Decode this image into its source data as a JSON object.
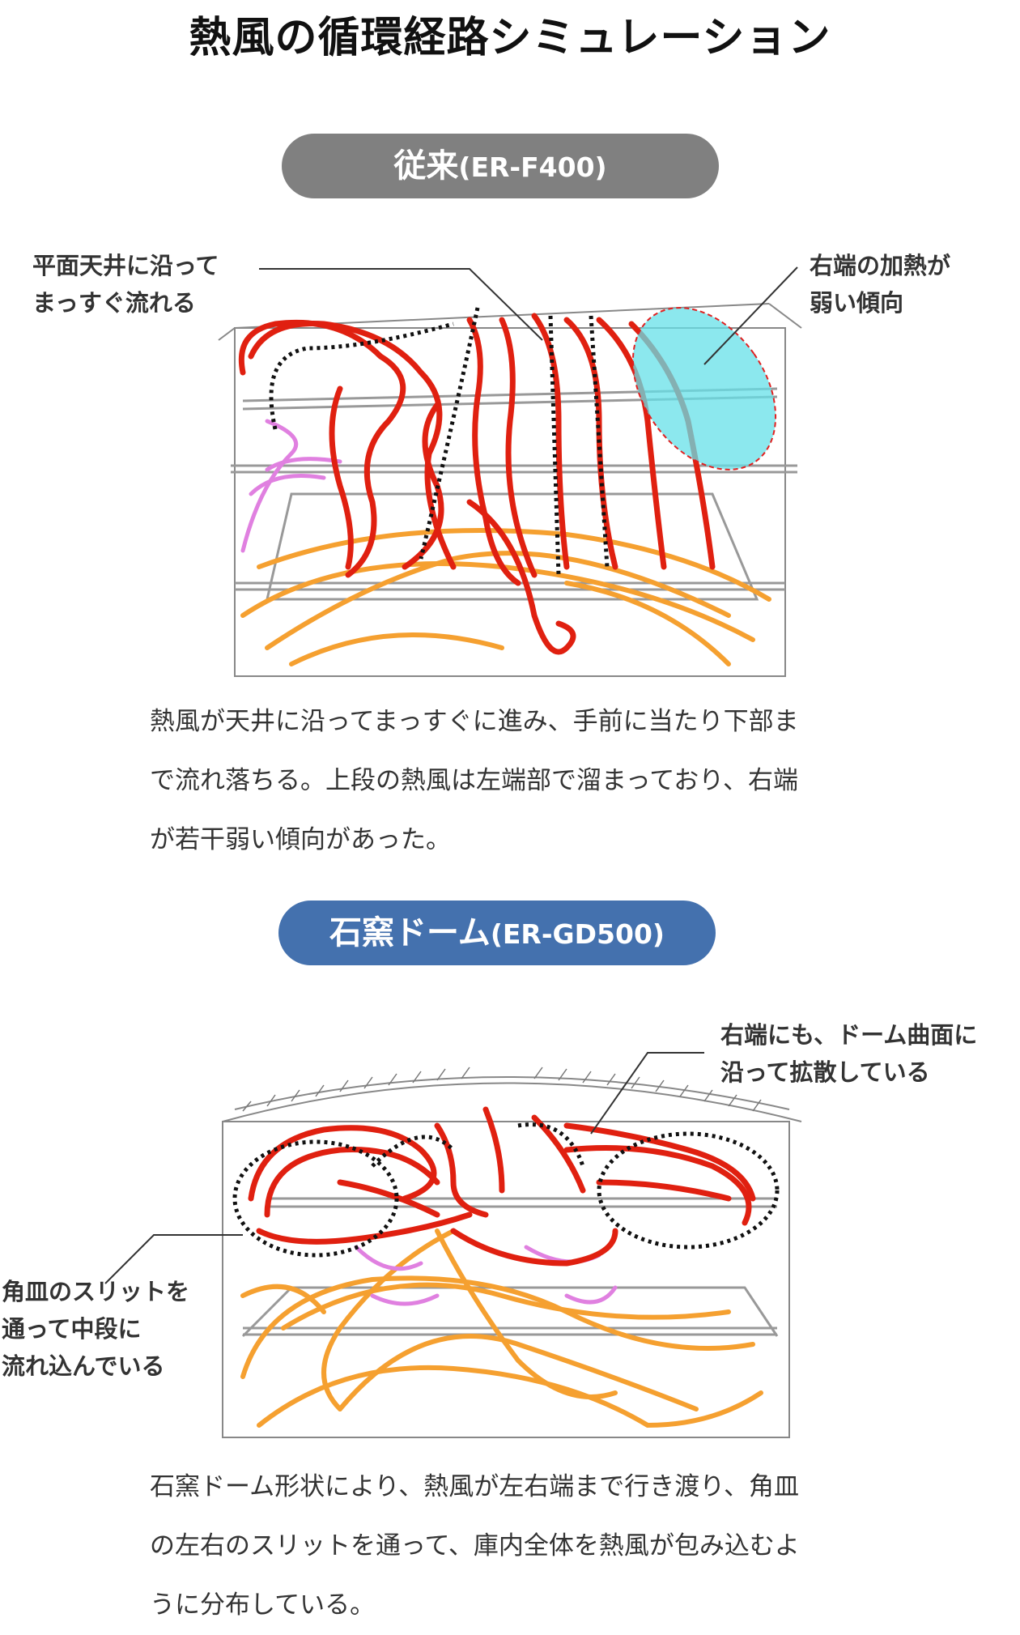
{
  "title": "熱風の循環経路シミュレーション",
  "section1": {
    "label_main": "従来",
    "label_model": "(ER-F400)",
    "callout_left": "平面天井に沿って\nまっすぐ流れる",
    "callout_right": "右端の加熱が\n弱い傾向",
    "description": "熱風が天井に沿ってまっすぐに進み、手前に当たり下部ま\nで流れ落ちる。上段の熱風は左端部で溜まっており、右端\nが若干弱い傾向があった。"
  },
  "section2": {
    "label_main": "石窯ドーム",
    "label_model": "(ER-GD500)",
    "callout_right": "右端にも、ドーム曲面に\n沿って拡散している",
    "callout_left": "角皿のスリットを\n通って中段に\n流れ込んでいる",
    "description": "石窯ドーム形状により、熱風が左右端まで行き渡り、角皿\nの左右のスリットを通って、庫内全体を熱風が包み込むよ\nうに分布している。"
  },
  "colors": {
    "pill_gray": "#808080",
    "pill_blue": "#4471ae",
    "flow_red": "#e02010",
    "flow_orange": "#f5a030",
    "flow_pink": "#e080e0",
    "highlight_cyan": "#66e0e8"
  }
}
